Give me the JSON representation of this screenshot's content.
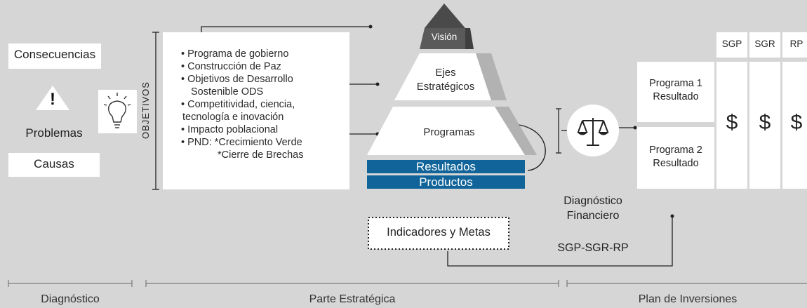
{
  "diagnostico": {
    "consecuencias": "Consecuencias",
    "problemas": "Problemas",
    "causas": "Causas"
  },
  "objetivos": {
    "label": "OBJETIVOS",
    "items": [
      "• Programa de gobierno",
      "• Construcción de Paz",
      "• Objetivos de Desarrollo",
      "  Sostenible ODS",
      "• Competitividad, ciencia,",
      "  tecnología e inovación",
      "• Impacto poblacional",
      "• PND: *Crecimiento Verde",
      "*Cierre de Brechas"
    ]
  },
  "pyramid": {
    "vision": "Visión",
    "ejes": [
      "Ejes",
      "Estratégicos"
    ],
    "programas": "Programas",
    "resultados": "Resultados",
    "productos": "Productos"
  },
  "indicadores": "Indicadores y Metas",
  "financiero": {
    "title": [
      "Diagnóstico",
      "Financiero"
    ],
    "fuentes": "SGP-SGR-RP"
  },
  "inversiones": {
    "programa1": [
      "Programa 1",
      "Resultado"
    ],
    "programa2": [
      "Programa 2",
      "Resultado"
    ],
    "columns": [
      "SGP",
      "SGR",
      "RP"
    ],
    "currency": "$"
  },
  "sections": [
    "Diagnóstico",
    "Parte Estratégica",
    "Plan de Inversiones"
  ],
  "colors": {
    "background": "#d6d6d6",
    "bar_blue": "#11649a",
    "vision_dark": "#555555"
  }
}
